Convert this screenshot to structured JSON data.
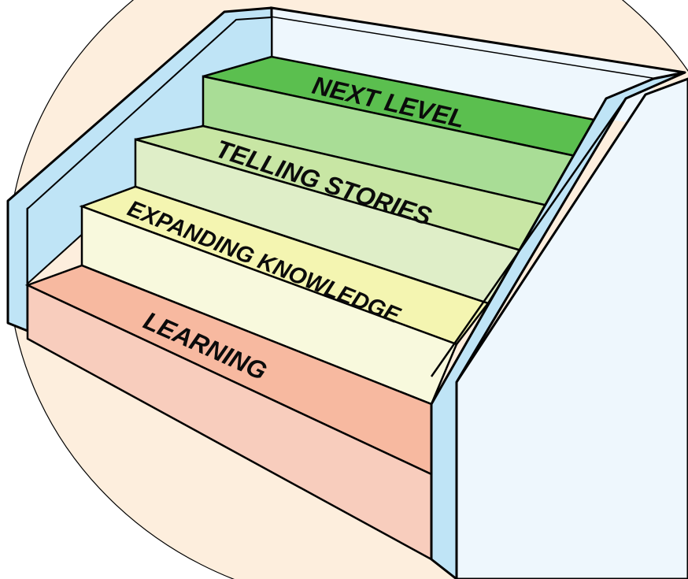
{
  "steps": [
    {
      "label": "LEARNING",
      "tread_color": "#f7b9a0",
      "riser_color": "#f8cdbd"
    },
    {
      "label": "EXPANDING KNOWLEDGE",
      "tread_color": "#f4f5b1",
      "riser_color": "#f8f9dd"
    },
    {
      "label": "TELLING STORIES",
      "tread_color": "#c8e6a4",
      "riser_color": "#dfeec8"
    },
    {
      "label": "NEXT LEVEL",
      "tread_color": "#5bbf4f",
      "riser_color": "#a9dd96"
    }
  ],
  "colors": {
    "background": "#fdeedd",
    "wall_inner": "#bfe4f6",
    "wall_light": "#eef7fd",
    "outline": "#000000"
  }
}
